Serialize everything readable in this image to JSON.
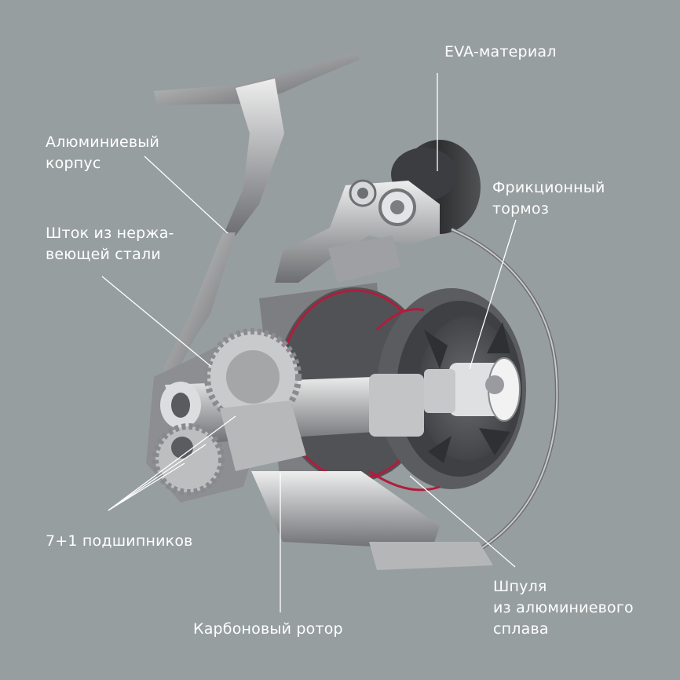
{
  "labels": {
    "eva": [
      "EVA-материал"
    ],
    "body": [
      "Алюминиевый",
      "корпус"
    ],
    "shaft": [
      "Шток из нержа-",
      "веющей стали"
    ],
    "brake": [
      "Фрикционный",
      "тормоз"
    ],
    "bearings": [
      "7+1 подшипников"
    ],
    "rotor": [
      "Карбоновый ротор"
    ],
    "spool": [
      "Шпуля",
      "из алюминиевого",
      "сплава"
    ]
  },
  "colors": {
    "background": "#979ea0",
    "text": "#ffffff",
    "metal": "#a9aaac",
    "accent_red": "#b01d3c"
  }
}
